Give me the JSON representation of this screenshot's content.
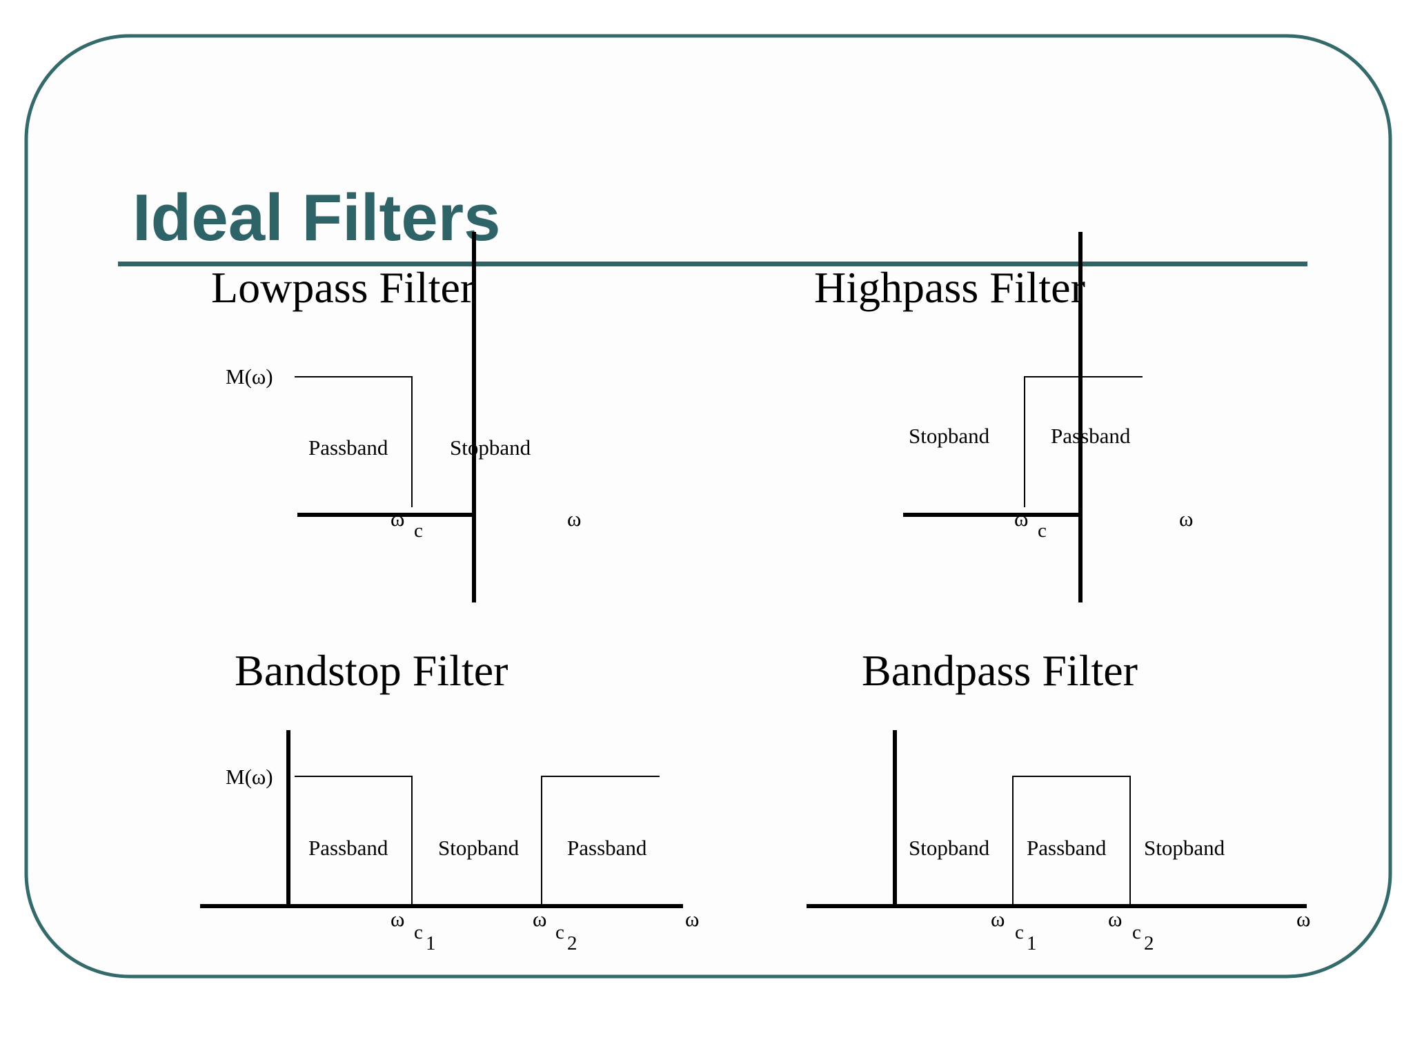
{
  "title": "Ideal Filters",
  "colors": {
    "accent": "#2e6367",
    "frame": "#346a6a",
    "ink": "#000000",
    "background": "#fdfdfd"
  },
  "lowpass": {
    "title": "Lowpass Filter",
    "y_label": "M(ω)",
    "bands": [
      "Passband",
      "Stopband"
    ],
    "cutoff": {
      "symbol": "ω",
      "subscript": "c"
    },
    "x_label": "ω"
  },
  "highpass": {
    "title": "Highpass Filter",
    "bands": [
      "Stopband",
      "Passband"
    ],
    "cutoff": {
      "symbol": "ω",
      "subscript": "c"
    },
    "x_label": "ω"
  },
  "bandstop": {
    "title": "Bandstop Filter",
    "y_label": "M(ω)",
    "bands": [
      "Passband",
      "Stopband",
      "Passband"
    ],
    "cutoff1": {
      "symbol": "ω",
      "subscript": "c",
      "index": "1"
    },
    "cutoff2": {
      "symbol": "ω",
      "subscript": "c",
      "index": "2"
    },
    "x_label": "ω"
  },
  "bandpass": {
    "title": "Bandpass Filter",
    "bands": [
      "Stopband",
      "Passband",
      "Stopband"
    ],
    "cutoff1": {
      "symbol": "ω",
      "subscript": "c",
      "index": "1"
    },
    "cutoff2": {
      "symbol": "ω",
      "subscript": "c",
      "index": "2"
    },
    "x_label": "ω"
  }
}
